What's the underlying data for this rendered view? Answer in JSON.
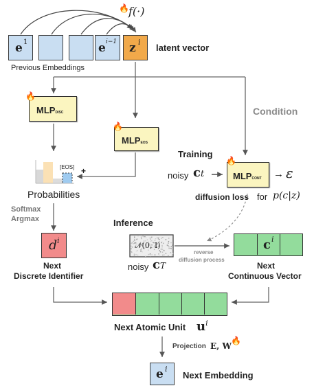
{
  "top": {
    "f_label": "f(·)",
    "e1_label": "e",
    "e1_sup": "1",
    "ei1_label": "e",
    "ei1_sup": "i−1",
    "z_label": "z",
    "z_sup": "i",
    "latent_vector": "latent vector",
    "previous_embeddings": "Previous Embeddings"
  },
  "mlp_disc": {
    "main": "MLP",
    "sub": "DISC"
  },
  "mlp_eos": {
    "main": "MLP",
    "sub": "EOS"
  },
  "mlp_cont": {
    "main": "MLP",
    "sub": "CONT"
  },
  "condition": "Condition",
  "probabilities": {
    "label": "Probabilities",
    "eos_tag": "[EOS]",
    "plus": "+"
  },
  "training": {
    "title": "Training",
    "noisy": "noisy",
    "c_t": "c",
    "c_t_sub": "t",
    "arrow": "→",
    "epsilon": "ε",
    "diffusion_loss": "diffusion loss",
    "for_text": "for",
    "p_expr": "p(c|z)"
  },
  "softmax": "Softmax",
  "argmax": "Argmax",
  "inference": {
    "title": "Inference",
    "normal": "𝒩(0, I)",
    "noisy": "noisy",
    "c_T": "c",
    "c_T_sub": "T",
    "reverse1": "reverse",
    "reverse2": "diffusion process"
  },
  "discrete": {
    "d": "d",
    "d_sup": "i",
    "line1": "Next",
    "line2": "Discrete Identifier"
  },
  "continuous": {
    "c": "c",
    "c_sup": "i",
    "line1": "Next",
    "line2": "Continuous Vector"
  },
  "atomic": {
    "label": "Next Atomic Unit",
    "u": "u",
    "u_sup": "i"
  },
  "projection": {
    "label": "Projection",
    "expr": "E, W"
  },
  "next_embedding": {
    "e": "e",
    "e_sup": "i",
    "label": "Next Embedding"
  },
  "colors": {
    "embedding": "#c9def2",
    "latent": "#f1a94a",
    "mlp": "#fbf5c0",
    "discrete": "#f28b8b",
    "continuous": "#93dc9c",
    "condition": "#8a8a8a"
  }
}
